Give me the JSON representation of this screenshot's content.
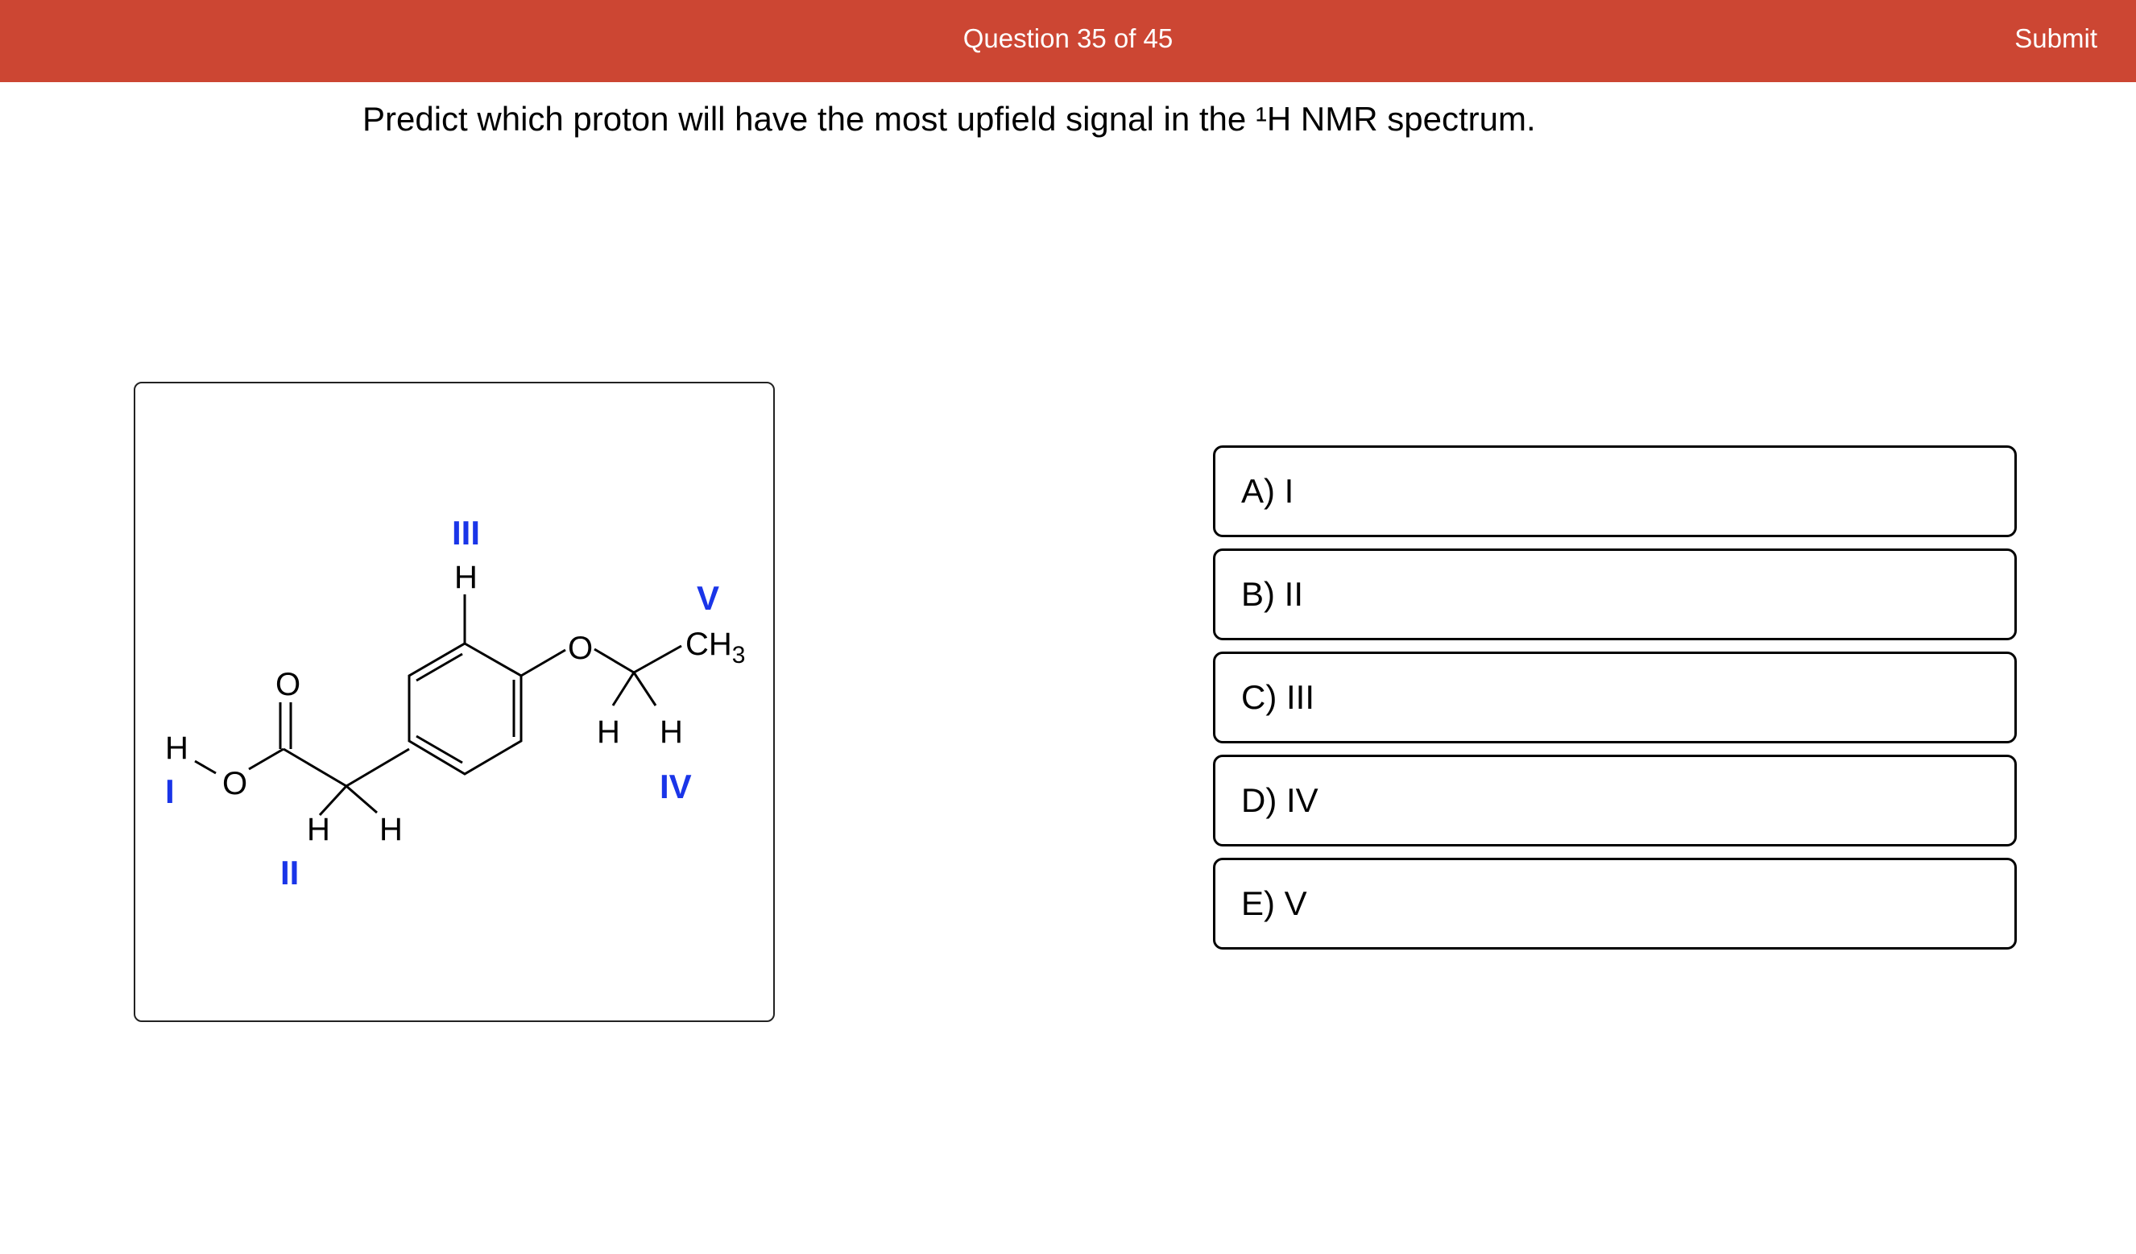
{
  "header": {
    "progress": "Question 35 of 45",
    "submit_label": "Submit",
    "bar_color": "#cc4633"
  },
  "question": {
    "text": "Predict which proton will have the most upfield signal in the ¹H NMR spectrum."
  },
  "molecule": {
    "atoms": {
      "h_acid": "H",
      "o_acid": "O",
      "o_carbonyl": "O",
      "h_ch2_left": "H",
      "h_ch2_right": "H",
      "h_ring": "H",
      "o_ether": "O",
      "h_och2_left": "H",
      "h_och2_right": "H",
      "ch3_c": "CH",
      "ch3_sub": "3"
    },
    "labels": {
      "I": "I",
      "II": "II",
      "III": "III",
      "IV": "IV",
      "V": "V"
    },
    "label_color": "#1a35e8"
  },
  "choices": [
    {
      "label": "A) I"
    },
    {
      "label": "B) II"
    },
    {
      "label": "C) III"
    },
    {
      "label": "D) IV"
    },
    {
      "label": "E) V"
    }
  ]
}
